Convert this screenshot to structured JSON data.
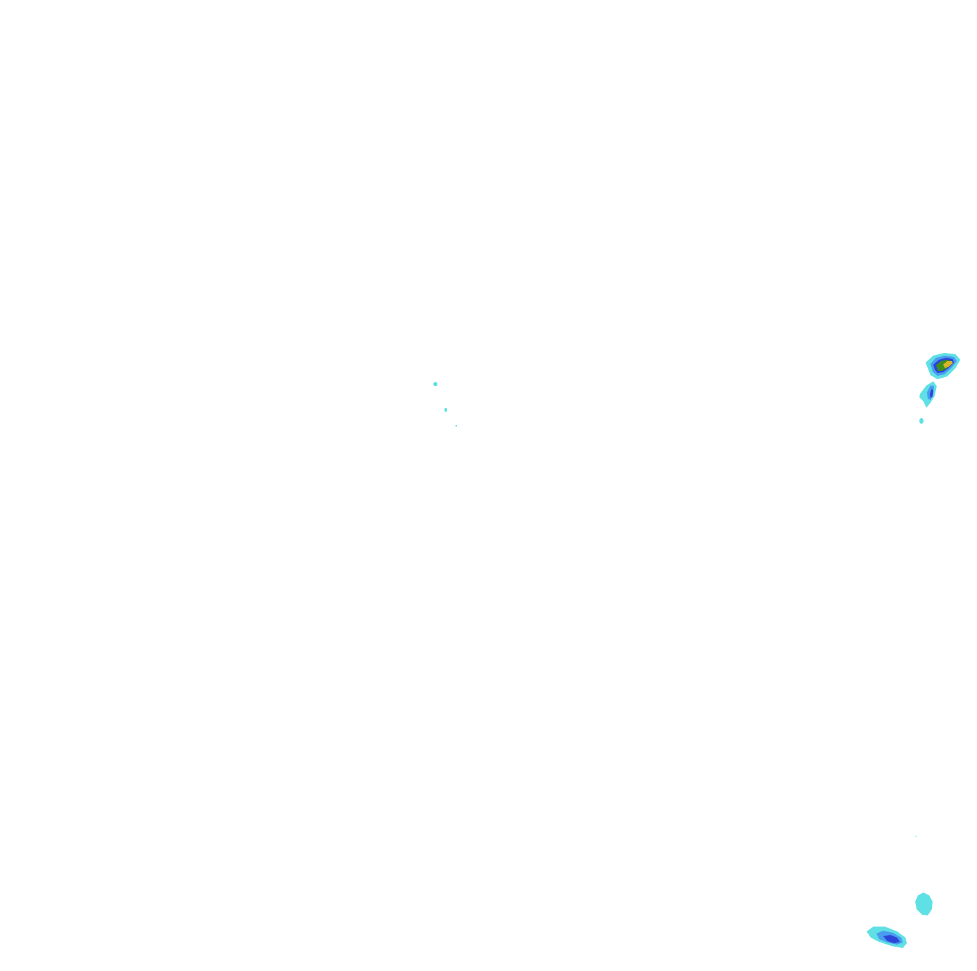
{
  "map": {
    "type": "precipitation-radar-overlay",
    "background": "#ffffff",
    "intensity_colors": {
      "light": "#5fe0e4",
      "moderate": "#4a9cf0",
      "heavy": "#2c46d8",
      "very_heavy": "#3c8f1e",
      "extreme": "#d8b428"
    },
    "cells": [
      {
        "id": "cell-northeast-main",
        "max_level": "extreme"
      },
      {
        "id": "cell-northeast-secondary",
        "max_level": "heavy"
      },
      {
        "id": "cell-northeast-speck",
        "max_level": "light"
      },
      {
        "id": "cell-central-specks",
        "max_level": "light"
      },
      {
        "id": "cell-southeast-round",
        "max_level": "light"
      },
      {
        "id": "cell-southeast-elongated",
        "max_level": "heavy"
      }
    ]
  }
}
